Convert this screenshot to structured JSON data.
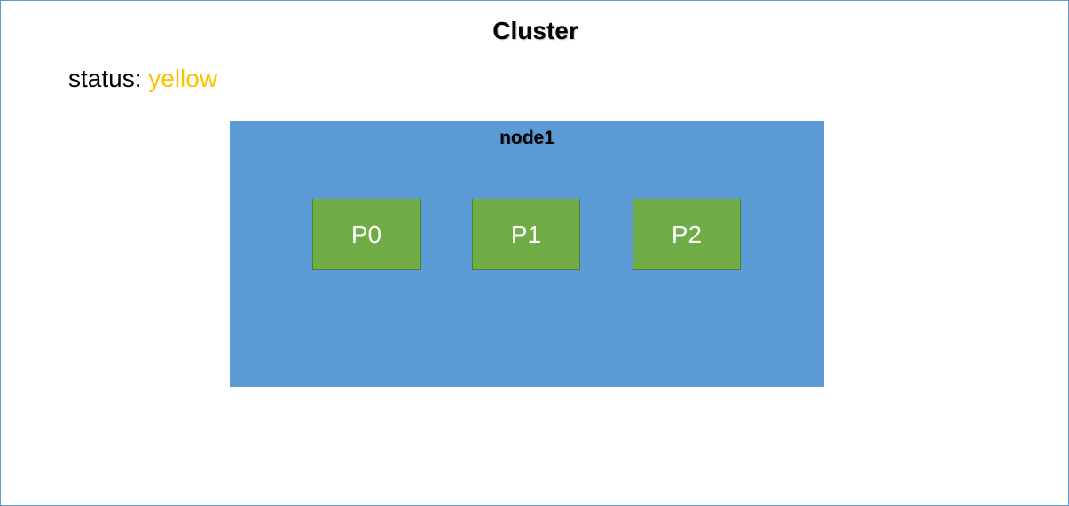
{
  "cluster": {
    "title": "Cluster",
    "status_label": "status:",
    "status_value": "yellow",
    "status_color": "#ffc000",
    "border_color": "#5b9bd5"
  },
  "node": {
    "label": "node1",
    "color": "#5b9bd5",
    "shards": [
      {
        "label": "P0",
        "type": "primary",
        "color": "#70ad47"
      },
      {
        "label": "P1",
        "type": "primary",
        "color": "#70ad47"
      },
      {
        "label": "P2",
        "type": "primary",
        "color": "#70ad47"
      }
    ]
  }
}
